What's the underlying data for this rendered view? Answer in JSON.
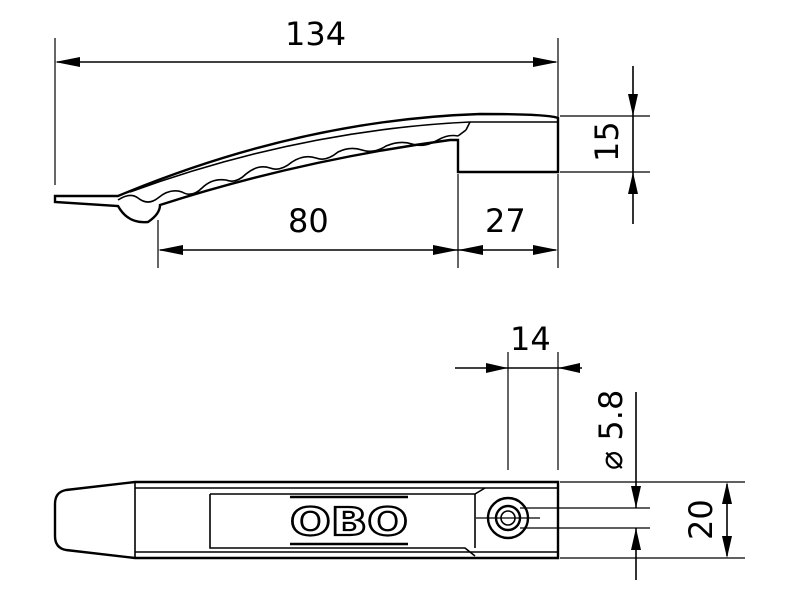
{
  "dimensions": {
    "overall_length": "134",
    "height": "15",
    "serrated_length": "80",
    "hook_length": "27",
    "width_top": "14",
    "hole_diameter": "⌀ 5.8",
    "width": "20"
  },
  "logo_text": "OBO"
}
